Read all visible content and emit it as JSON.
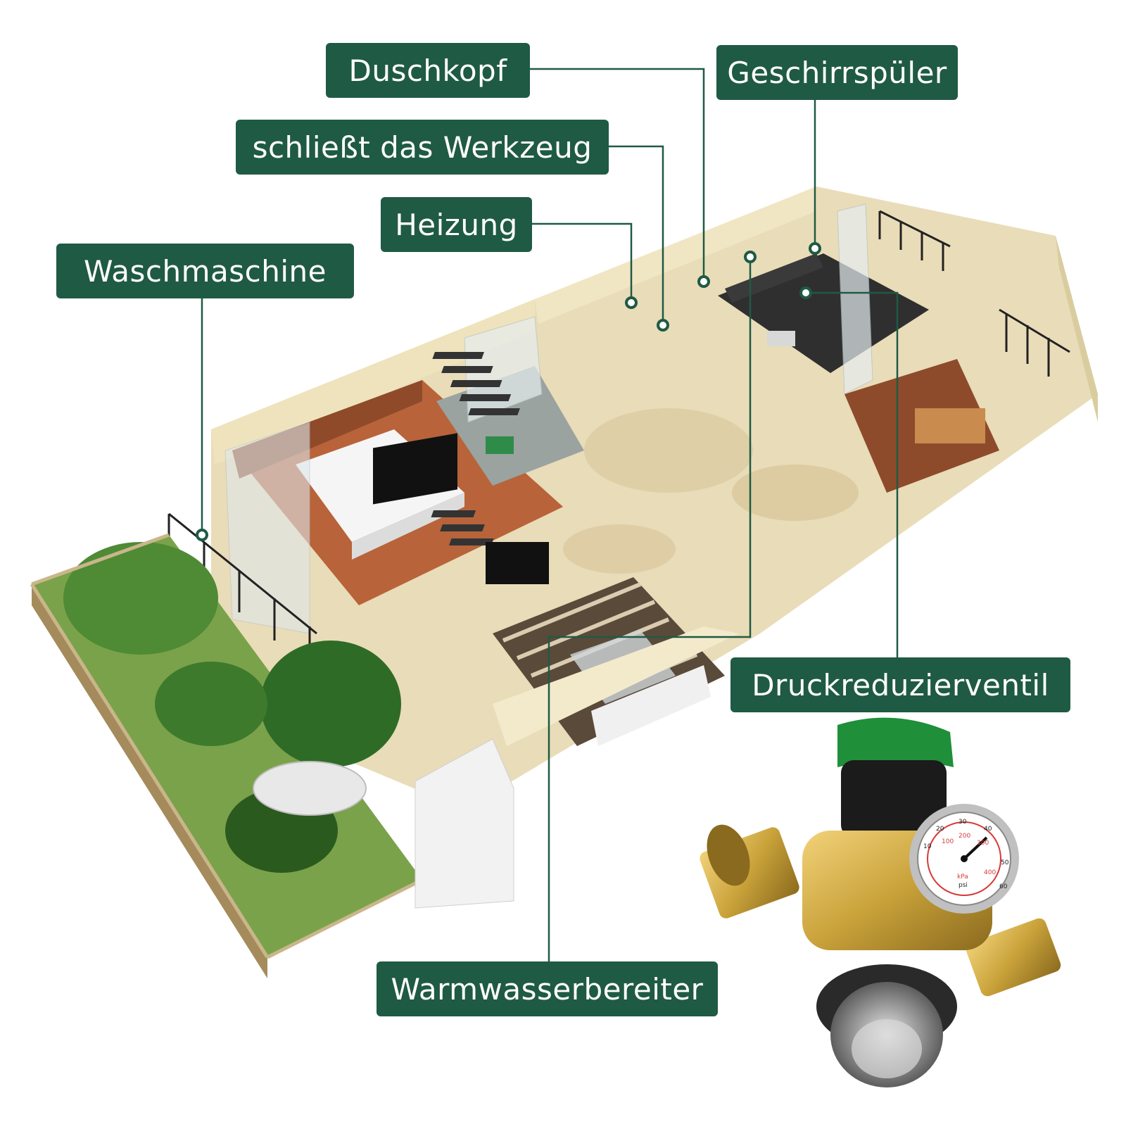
{
  "labels": {
    "duschkopf": "Duschkopf",
    "geschirrspueler": "Geschirrspüler",
    "werkzeug": "schließt das Werkzeug",
    "heizung": "Heizung",
    "waschmaschine": "Waschmaschine",
    "druckreduzierventil": "Druckreduzierventil",
    "warmwasserbereiter": "Warmwasserbereiter"
  },
  "gauge": {
    "ticks": [
      "20",
      "30",
      "40",
      "50",
      "60",
      "10",
      "100",
      "200",
      "300",
      "400"
    ],
    "unit_kpa": "kPa",
    "unit_psi": "psi"
  },
  "colors": {
    "label_bg": "#1f5a44",
    "leader": "#1f5a44",
    "floor": "#e9dcb8",
    "wall": "#efe3bd",
    "wood": "#b8633a",
    "brass": "#c9a23a"
  }
}
